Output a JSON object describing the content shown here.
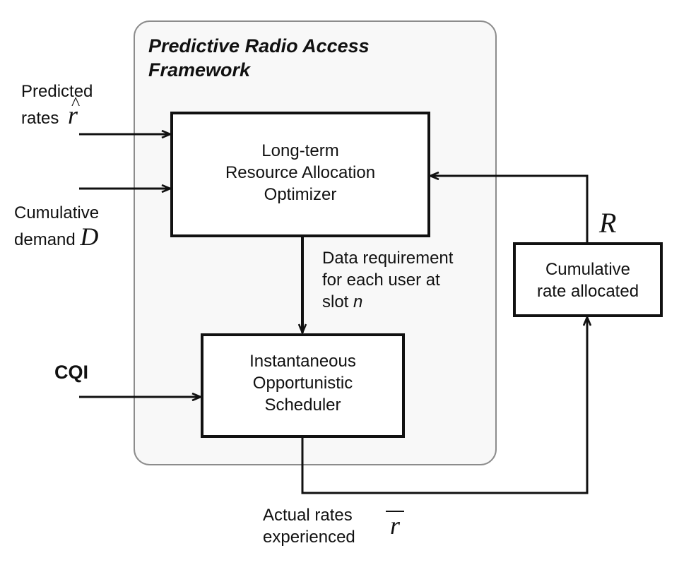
{
  "framework_title": [
    "Predictive Radio Access",
    "Framework"
  ],
  "inputs": {
    "predicted_rates": {
      "line1": "Predicted",
      "line2": "rates",
      "symbol": "r",
      "hat": "^"
    },
    "cumulative_demand": {
      "line1": "Cumulative",
      "line2": "demand",
      "symbol": "D"
    },
    "cqi": "CQI"
  },
  "blocks": {
    "optimizer": [
      "Long-term",
      "Resource Allocation",
      "Optimizer"
    ],
    "scheduler": [
      "Instantaneous",
      "Opportunistic",
      "Scheduler"
    ],
    "cumulative_rate": [
      "Cumulative",
      "rate allocated"
    ]
  },
  "edge_labels": {
    "data_requirement": {
      "line1": "Data requirement",
      "line2": "for each user at",
      "line3_prefix": "slot",
      "line3_var": "n"
    },
    "feedback_symbol": "R",
    "actual_rates": {
      "line1": "Actual rates",
      "line2": "experienced",
      "symbol": "r"
    }
  },
  "colors": {
    "stroke": "#111111",
    "framework_border": "#8c8c8c",
    "framework_fill": "#f8f8f8"
  }
}
